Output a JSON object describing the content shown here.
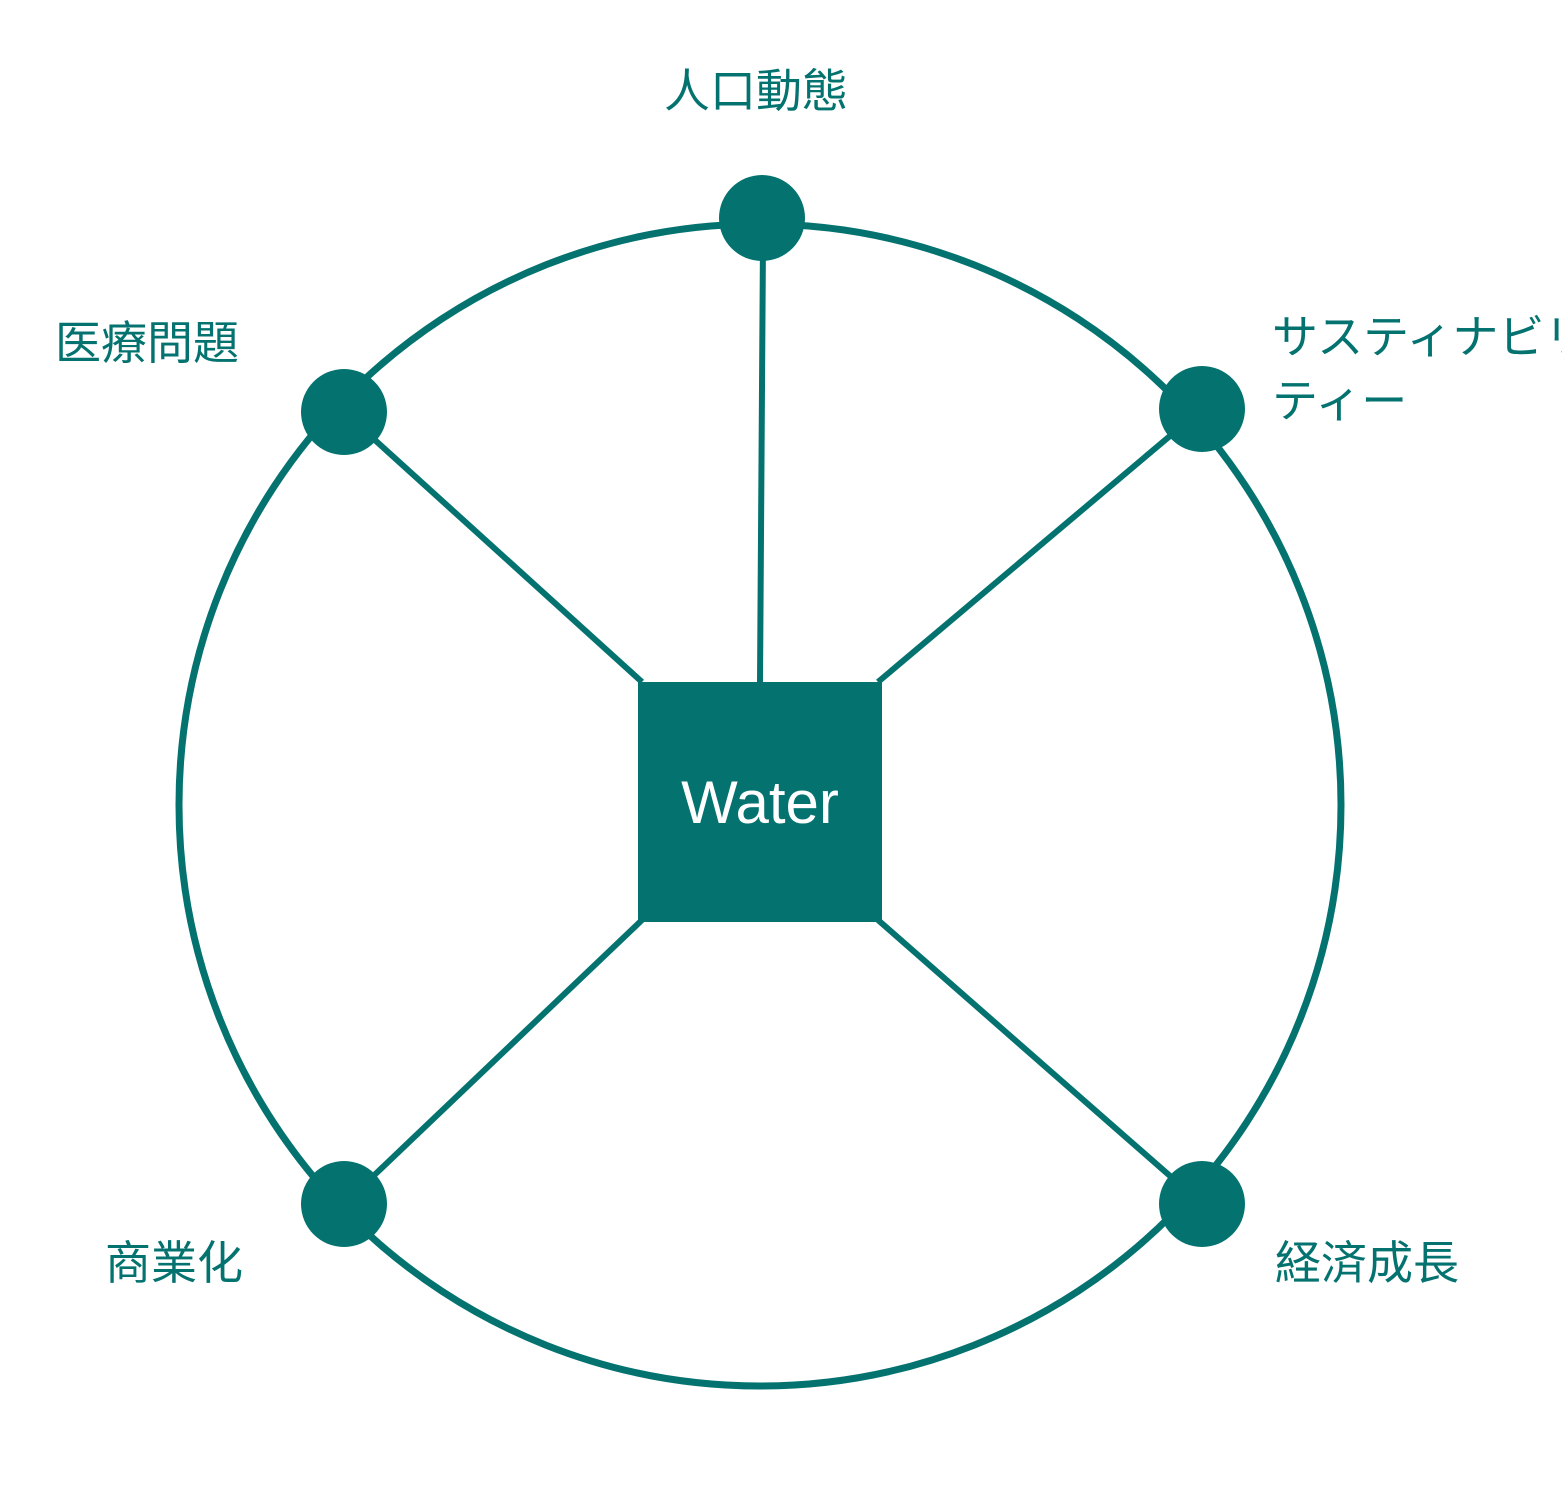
{
  "colors": {
    "primary": "#047370",
    "text_on_primary": "#ffffff"
  },
  "center": {
    "label": "Water"
  },
  "nodes": [
    {
      "id": "top",
      "label": "人口動態"
    },
    {
      "id": "top-left",
      "label": "医療問題"
    },
    {
      "id": "top-right",
      "label_line1": "サスティナビリ",
      "label_line2": "ティー"
    },
    {
      "id": "bottom-left",
      "label": "商業化"
    },
    {
      "id": "bottom-right",
      "label": "経済成長"
    }
  ]
}
